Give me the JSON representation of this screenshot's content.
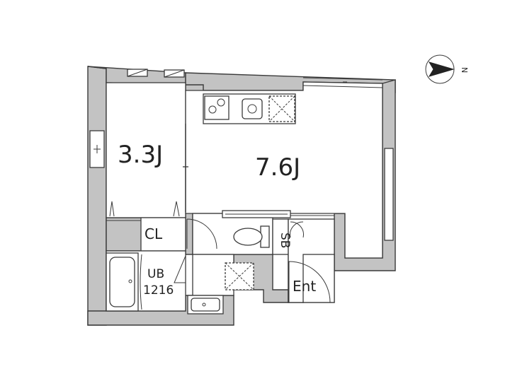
{
  "rooms": {
    "western": "3.3J",
    "ldk": "7.6J",
    "closet": "CL",
    "bath_line1": "UB",
    "bath_line2": "1216",
    "shoe_box": "SB",
    "entrance": "Ent"
  },
  "compass": {
    "north_label": "N",
    "icon": "north-arrow-icon"
  },
  "colors": {
    "wall": "#c3c3c3",
    "line": "#3a3a3a",
    "background": "#ffffff"
  }
}
